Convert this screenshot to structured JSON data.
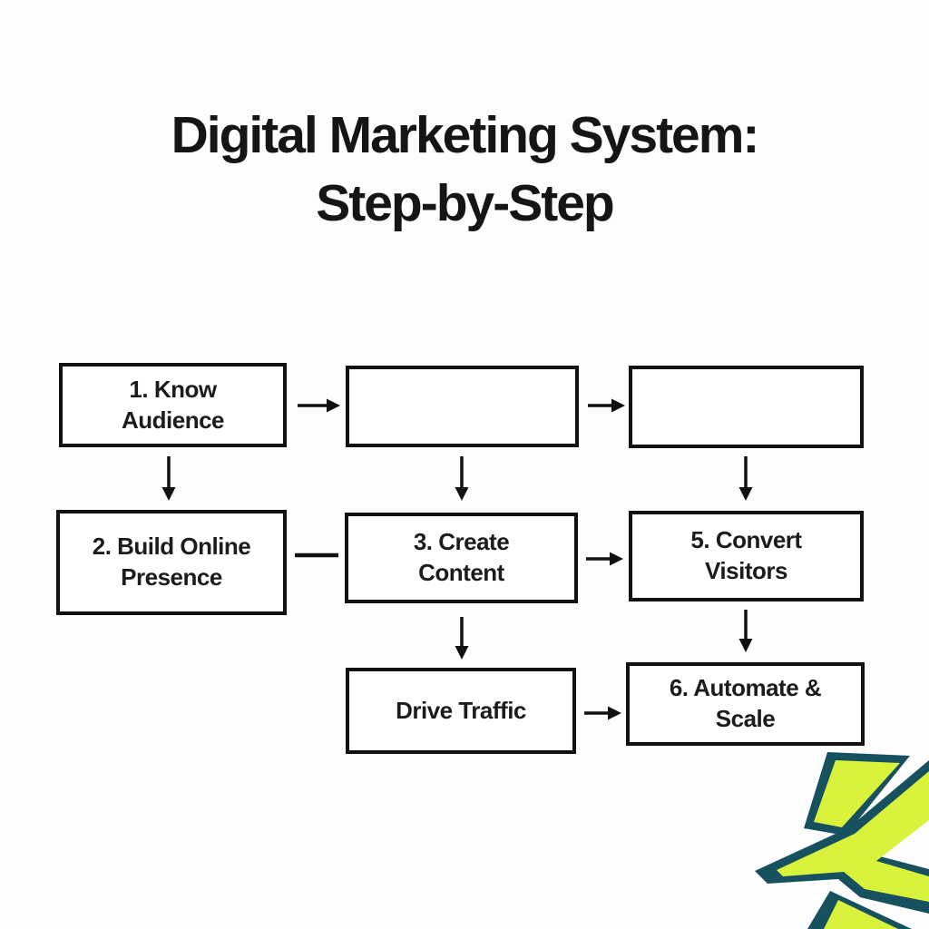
{
  "title": {
    "line1": "Digital Marketing System:",
    "line2": "Step-by-Step"
  },
  "flowchart": {
    "boxes": {
      "know_audience": "1. Know Audience",
      "top_middle": "",
      "top_right": "",
      "build_online_presence": "2. Build Online Presence",
      "create_content": "3. Create Content",
      "convert_visitors": "5. Convert Visitors",
      "drive_traffic": "Drive Traffic",
      "automate_scale": "6. Automate & Scale"
    },
    "connections": [
      "know_audience -> top_middle",
      "top_middle -> top_right",
      "know_audience -> build_online_presence",
      "top_middle -> create_content",
      "top_right -> convert_visitors",
      "build_online_presence - create_content",
      "create_content -> convert_visitors",
      "create_content -> drive_traffic",
      "convert_visitors -> automate_scale",
      "drive_traffic -> automate_scale"
    ]
  },
  "colors": {
    "background": "#fdfdfd",
    "box_border": "#111111",
    "text": "#1c1c1c",
    "arrow": "#111111",
    "logo_lime": "#d9f23c",
    "logo_teal": "#17505e"
  },
  "icons": {
    "logo": "arrow-bolt-logo"
  }
}
